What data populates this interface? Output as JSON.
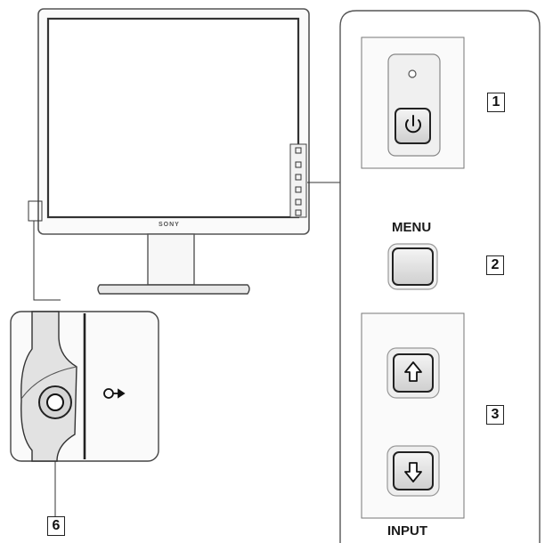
{
  "monitor": {
    "brand": "SONY"
  },
  "control_panel": {
    "power": {
      "callout": "1",
      "icon": "power-icon"
    },
    "menu": {
      "label": "MENU",
      "callout": "2"
    },
    "input": {
      "label": "INPUT",
      "callout": "3",
      "up_icon": "arrow-up-icon",
      "down_icon": "arrow-down-icon"
    }
  },
  "detail": {
    "callout": "6",
    "port_icon": "headphone-output-icon"
  }
}
